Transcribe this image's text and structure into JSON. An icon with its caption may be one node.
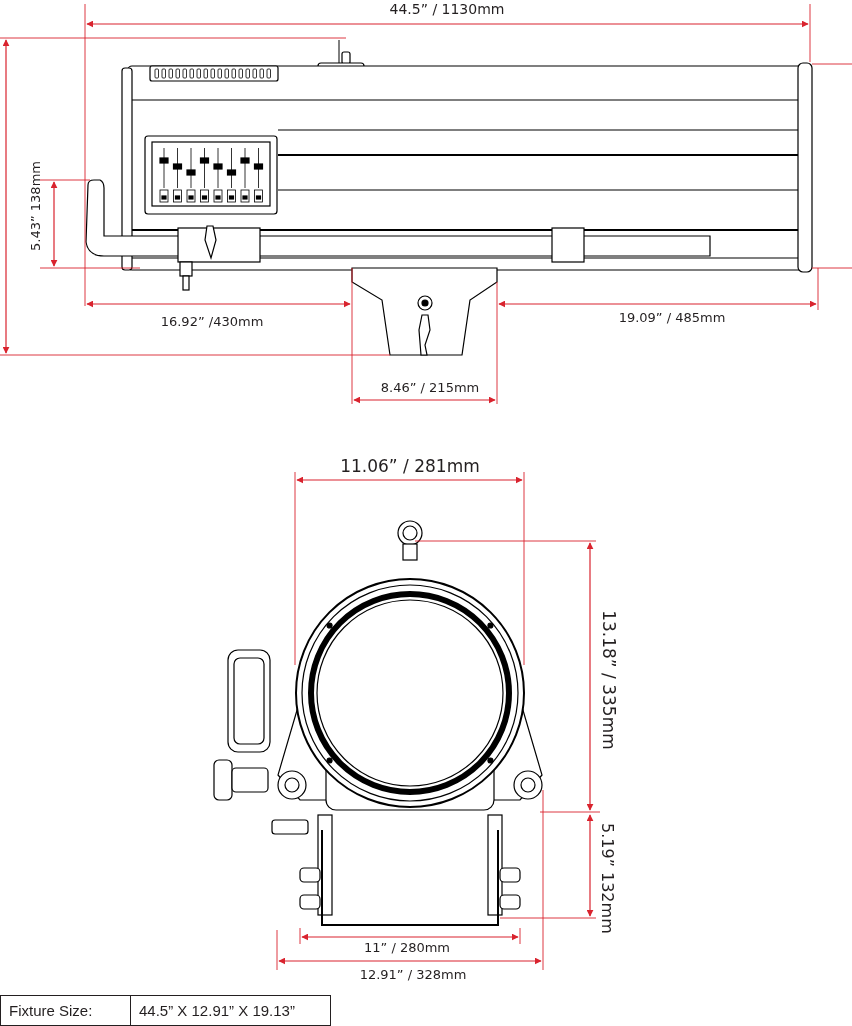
{
  "diagram": {
    "labels": [
      "44.5” / 1130mm",
      "5.43” 138mm",
      "16.92” /430mm",
      "19.09” / 485mm",
      "8.46” / 215mm",
      "11.06” / 281mm",
      "13.18” / 335mm",
      "5.19” 132mm",
      "11” / 280mm",
      "12.91” / 328mm",
      "Fixture Size:",
      "44.5” X 12.91” X 19.13”"
    ]
  }
}
